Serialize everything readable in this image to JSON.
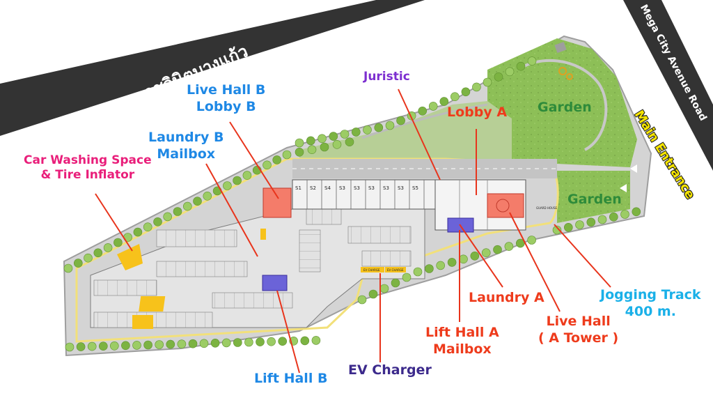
{
  "roads": {
    "soi_name": "ซอยราชวินิตบางแก้ว",
    "main_road": "Mega City Avenue Road"
  },
  "entrance": {
    "label": "Main Entrance"
  },
  "labels": {
    "juristic": "Juristic",
    "live_hall_b_line1": "Live Hall B",
    "live_hall_b_line2": "Lobby B",
    "laundry_b_line1": "Laundry B",
    "laundry_b_line2": "Mailbox",
    "car_wash_line1": "Car Washing Space",
    "car_wash_line2": "& Tire Inflator",
    "lobby_a": "Lobby A",
    "garden_top": "Garden",
    "garden_right": "Garden",
    "laundry_a": "Laundry A",
    "lift_hall_a_line1": "Lift Hall A",
    "lift_hall_a_line2": "Mailbox",
    "live_hall_line1": "Live Hall",
    "live_hall_line2": "( A Tower )",
    "jogging_line1": "Jogging Track",
    "jogging_line2": "400 m.",
    "ev_charger": "EV Charger",
    "lift_hall_b": "Lift Hall B"
  },
  "shop_units": [
    "S1",
    "S2",
    "S4",
    "S3",
    "S3",
    "S3",
    "S3",
    "S3",
    "S5"
  ],
  "plan_text": {
    "ev_charge": "EV CHARGE",
    "guard_house": "GUARD HOUSE"
  },
  "colors": {
    "blue_label": "#1e88e5",
    "red_label": "#ee3b1c",
    "green_label": "#2e8b3a",
    "purple_label": "#7d2fd0",
    "pink_label": "#e91e7a",
    "cyan_label": "#1ab0e8",
    "indigo_label": "#3c2a8c",
    "road": "#333333",
    "lot": "#cfcfcf",
    "tree": "#8bc34a",
    "entrance_fill": "#f5e400"
  }
}
